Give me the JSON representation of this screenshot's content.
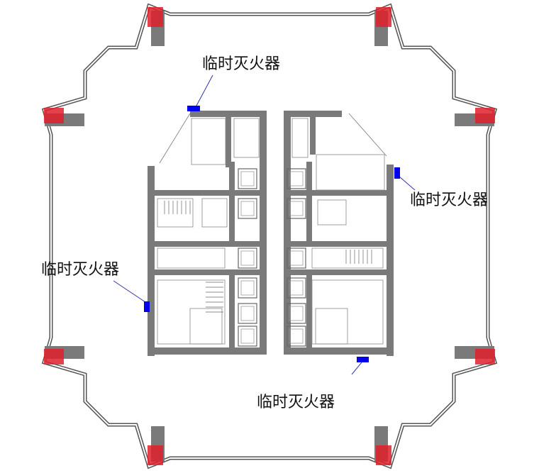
{
  "plan": {
    "callouts": [
      {
        "id": "top",
        "text": "临时灭火器"
      },
      {
        "id": "right",
        "text": "临时灭火器"
      },
      {
        "id": "left",
        "text": "临时灭火器"
      },
      {
        "id": "bottom",
        "text": "临时灭火器"
      }
    ],
    "colors": {
      "extinguisher": "#0000ee",
      "leader": "#3333aa",
      "wall": "#7a7a7a",
      "fire_zone": "#e0202a",
      "outline": "#555555"
    }
  }
}
